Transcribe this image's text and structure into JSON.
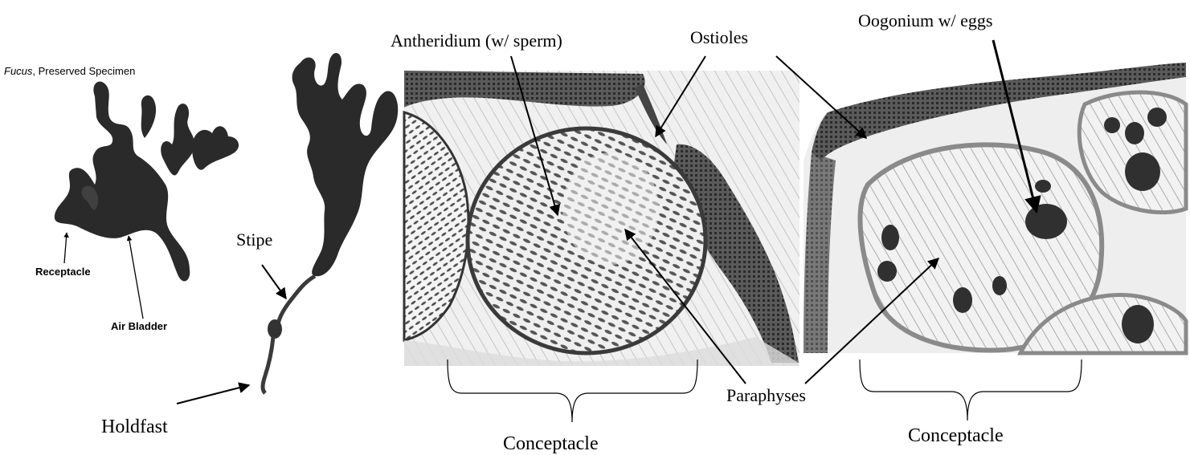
{
  "specimen_caption": {
    "genus": "Fucus",
    "rest": ", Preserved Specimen"
  },
  "labels": {
    "receptacle": "Receptacle",
    "air_bladder": "Air Bladder",
    "stipe": "Stipe",
    "holdfast": "Holdfast",
    "antheridium": "Antheridium (w/ sperm)",
    "ostioles": "Ostioles",
    "oogonium": "Oogonium w/ eggs",
    "paraphyses": "Paraphyses",
    "conceptacle_left": "Conceptacle",
    "conceptacle_right": "Conceptacle"
  },
  "colors": {
    "thallus": "#2a2a2a",
    "tissue_wall": "#3a3a3a",
    "tissue_light": "#d8d8d8",
    "egg": "#303030",
    "arrow": "#000000"
  }
}
